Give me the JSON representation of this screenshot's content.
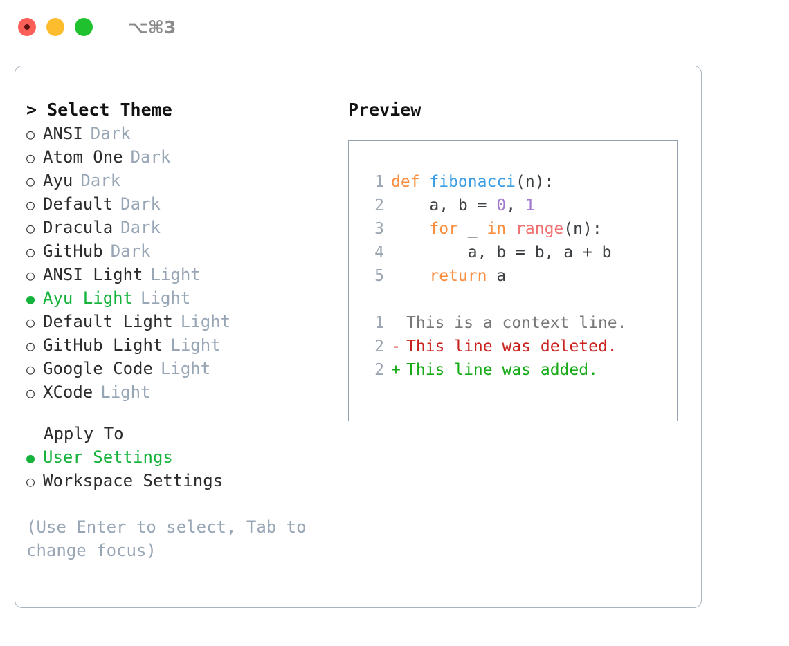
{
  "window": {
    "shortcut": "⌥⌘3",
    "traffic_lights": [
      {
        "name": "close",
        "color": "#fc5f57"
      },
      {
        "name": "minimize",
        "color": "#fdbc2e"
      },
      {
        "name": "maximize",
        "color": "#1fc12f"
      }
    ]
  },
  "theme_panel": {
    "heading": "Select Theme",
    "caret": ">",
    "bullet_unselected": "○",
    "bullet_selected": "●",
    "options": [
      {
        "label": "ANSI",
        "tag": "Dark",
        "selected": false
      },
      {
        "label": "Atom One",
        "tag": "Dark",
        "selected": false
      },
      {
        "label": "Ayu",
        "tag": "Dark",
        "selected": false
      },
      {
        "label": "Default",
        "tag": "Dark",
        "selected": false
      },
      {
        "label": "Dracula",
        "tag": "Dark",
        "selected": false
      },
      {
        "label": "GitHub",
        "tag": "Dark",
        "selected": false
      },
      {
        "label": "ANSI Light",
        "tag": "Light",
        "selected": false
      },
      {
        "label": "Ayu Light",
        "tag": "Light",
        "selected": true
      },
      {
        "label": "Default Light",
        "tag": "Light",
        "selected": false
      },
      {
        "label": "GitHub Light",
        "tag": "Light",
        "selected": false
      },
      {
        "label": "Google Code",
        "tag": "Light",
        "selected": false
      },
      {
        "label": "XCode",
        "tag": "Light",
        "selected": false
      }
    ]
  },
  "apply_to": {
    "heading": "Apply To",
    "options": [
      {
        "label": "User Settings",
        "selected": true
      },
      {
        "label": "Workspace Settings",
        "selected": false
      }
    ]
  },
  "hint": "(Use Enter to select, Tab to change focus)",
  "preview": {
    "heading": "Preview",
    "code_lines": [
      {
        "num": "1",
        "tokens": [
          {
            "t": "def ",
            "c": "tok-kw"
          },
          {
            "t": "fibonacci",
            "c": "tok-fn"
          },
          {
            "t": "(n):",
            "c": "code-text"
          }
        ]
      },
      {
        "num": "2",
        "tokens": [
          {
            "t": "    a, b = ",
            "c": "code-text"
          },
          {
            "t": "0",
            "c": "tok-num"
          },
          {
            "t": ", ",
            "c": "code-text"
          },
          {
            "t": "1",
            "c": "tok-num"
          }
        ]
      },
      {
        "num": "3",
        "tokens": [
          {
            "t": "    ",
            "c": "code-text"
          },
          {
            "t": "for",
            "c": "tok-kw"
          },
          {
            "t": " _ ",
            "c": "code-text"
          },
          {
            "t": "in",
            "c": "tok-kw"
          },
          {
            "t": " ",
            "c": "code-text"
          },
          {
            "t": "range",
            "c": "tok-call"
          },
          {
            "t": "(n):",
            "c": "code-text"
          }
        ]
      },
      {
        "num": "4",
        "tokens": [
          {
            "t": "        a, b = b, a + b",
            "c": "code-text"
          }
        ]
      },
      {
        "num": "5",
        "tokens": [
          {
            "t": "    ",
            "c": "code-text"
          },
          {
            "t": "return",
            "c": "tok-kw"
          },
          {
            "t": " a",
            "c": "code-text"
          }
        ]
      }
    ],
    "diff_lines": [
      {
        "num": "1",
        "mark": " ",
        "text": "This is a context line.",
        "cls": "diff-ctx"
      },
      {
        "num": "2",
        "mark": "-",
        "text": "This line was deleted.",
        "cls": "diff-del"
      },
      {
        "num": "2",
        "mark": "+",
        "text": "This line was added.",
        "cls": "diff-add"
      }
    ]
  },
  "colors": {
    "accent_green": "#15b33c",
    "muted_label": "#97a5b5",
    "panel_border": "#a9b4c0",
    "preview_border": "#93a1b1",
    "keyword": "#fa8d3e",
    "function": "#3b9ee5",
    "number": "#a37acc",
    "builtin": "#f07171",
    "diff_deleted": "#c9211e",
    "diff_added": "#16ab16",
    "line_number": "#9aa5b1"
  }
}
